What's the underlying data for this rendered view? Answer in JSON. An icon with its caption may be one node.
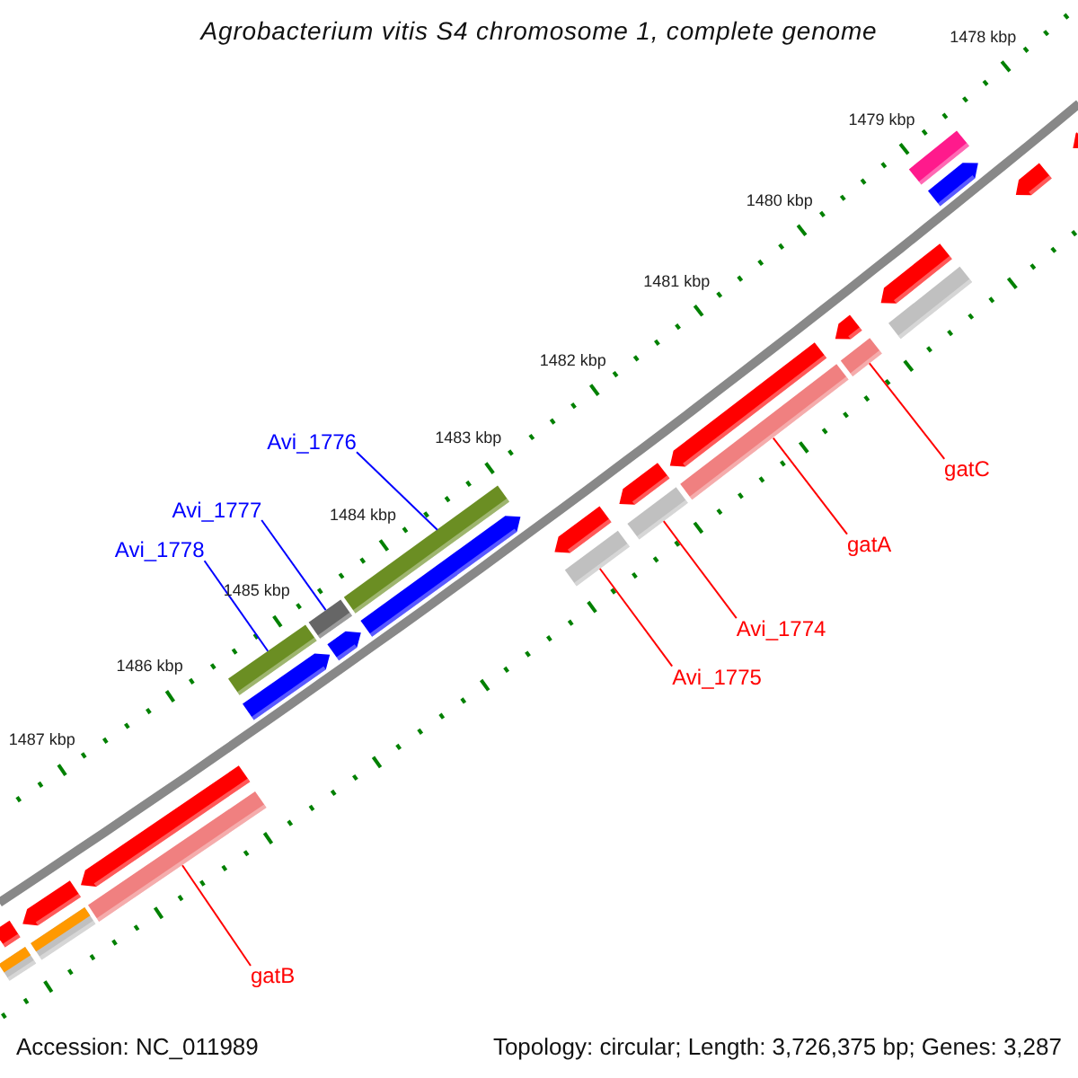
{
  "diagram": {
    "title": "Agrobacterium vitis S4 chromosome 1, complete genome",
    "nodes": [
      {
        "text": [
          "Avi_1776"
        ]
      },
      {
        "text": [
          "gatC"
        ]
      },
      {
        "text": [
          "Avi_1777"
        ]
      },
      {
        "text": [
          "gatA"
        ]
      },
      {
        "text": [
          "Avi_1778"
        ]
      },
      {
        "text": [
          "Avi_1774"
        ]
      },
      {
        "text": [
          "Avi_1775"
        ]
      },
      {
        "text": [
          "gatB"
        ]
      },
      {
        "text": [],
        "shape": "bar"
      },
      {
        "text": [],
        "shape": "bar"
      },
      {
        "text": [],
        "shape": "bar"
      },
      {
        "text": [],
        "shape": "bar"
      },
      {
        "text": [],
        "shape": "bar"
      },
      {
        "text": [],
        "shape": "bar"
      },
      {
        "text": [],
        "shape": "bar"
      },
      {
        "text": [],
        "shape": "bar"
      },
      {
        "text": [],
        "shape": "bar"
      },
      {
        "text": [],
        "shape": "bar"
      },
      {
        "text": [],
        "shape": "bar"
      },
      {
        "text": [],
        "shape": "bar"
      },
      {
        "text": [],
        "shape": "bar"
      },
      {
        "text": [],
        "shape": "bar"
      },
      {
        "text": [],
        "shape": "bar"
      },
      {
        "text": [],
        "shape": "bar"
      },
      {
        "text": [],
        "shape": "bar"
      },
      {
        "text": [],
        "shape": "bar"
      },
      {
        "text": [],
        "shape": "bar"
      },
      {
        "text": [],
        "shape": "bar"
      },
      {
        "text": [],
        "shape": "bar"
      },
      {
        "text": [],
        "shape": "bar"
      },
      {
        "text": [],
        "shape": "bar"
      },
      {
        "text": [],
        "shape": "bar"
      },
      {
        "text": [],
        "shape": "bar"
      },
      {
        "text": [],
        "shape": "bar"
      }
    ],
    "edges": [
      {
        "from": 0,
        "to": 22,
        "arrow": "none",
        "color": "#0000ff"
      },
      {
        "from": 1,
        "to": 15,
        "arrow": "none"
      },
      {
        "from": 2,
        "to": 24,
        "arrow": "none",
        "color": "#0000ff"
      },
      {
        "from": 3,
        "to": 17,
        "arrow": "none"
      },
      {
        "from": 4,
        "to": 27,
        "arrow": "none",
        "color": "#0000ff"
      },
      {
        "from": 5,
        "to": 19,
        "arrow": "none"
      },
      {
        "from": 6,
        "to": 21,
        "arrow": "none"
      },
      {
        "from": 7,
        "to": 29,
        "arrow": "none"
      }
    ],
    "labels": [
      "1478 kbp",
      "1479 kbp",
      "1480 kbp",
      "1481 kbp",
      "1482 kbp",
      "1483 kbp",
      "1484 kbp",
      "1485 kbp",
      "1486 kbp",
      "1487 kbp",
      "Accession: NC_011989",
      "Topology: circular; Length: 3,726,375 bp; Genes: 3,287"
    ]
  }
}
